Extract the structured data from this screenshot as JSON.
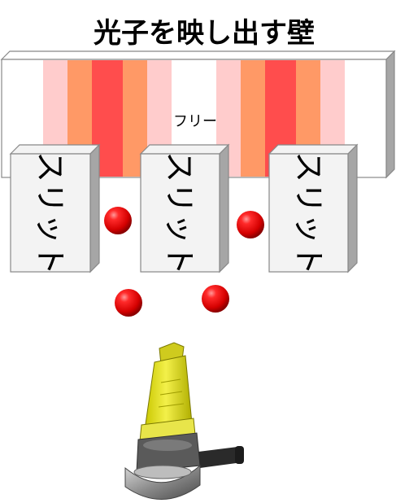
{
  "title": "光子を映し出す壁",
  "wall": {
    "visible_label": "フリー",
    "band_colors": [
      "#ffcccc",
      "#ff9966",
      "#ff4d4d",
      "#ff9966",
      "#ffcccc"
    ]
  },
  "slits": [
    {
      "label": "スリット"
    },
    {
      "label": "スリット"
    },
    {
      "label": "スリット"
    }
  ],
  "photon_color": "#e00000",
  "source": {
    "name": "angle-grinder"
  }
}
